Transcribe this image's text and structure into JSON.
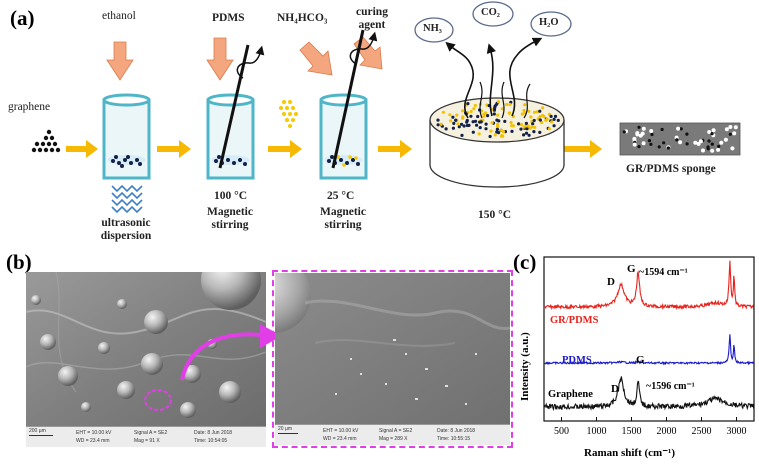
{
  "panel_a": {
    "label": "(a)",
    "reagents": [
      "ethanol",
      "PDMS",
      "NH₄HCO₃",
      "curing\nagent"
    ],
    "start_material": "graphene",
    "step1_caption": "ultrasonic\ndispersion",
    "step2_temp": "100 °C",
    "step2_caption": "Magnetic\nstirring",
    "step3_temp": "25 °C",
    "step3_caption": "Magnetic\nstirring",
    "gases": [
      "NH₃",
      "CO₂",
      "H₂O"
    ],
    "step4_temp": "150 °C",
    "product": "GR/PDMS sponge"
  },
  "panel_b": {
    "label": "(b)",
    "sem_left": {
      "scale": "200 µm",
      "eht": "EHT = 10.00 kV",
      "wd": "WD = 23.4 mm",
      "signal": "Signal A = SE2",
      "mag": "Mag = 91 X",
      "date": "Date: 8 Jun 2018",
      "time": "Time: 10:54:05"
    },
    "sem_right": {
      "scale": "20 µm",
      "eht": "EHT = 10.00 kV",
      "wd": "WD = 23.4 mm",
      "signal": "Signal A = SE2",
      "mag": "Mag = 289 X",
      "date": "Date: 8 Jun 2018",
      "time": "Time: 10:55:15"
    },
    "colors": {
      "highlight": "#e23ee8"
    }
  },
  "panel_c": {
    "label": "(c)",
    "colors": {
      "gr_pdms": "#e8221b",
      "pdms": "#1a1ac9",
      "graphene": "#111111"
    }
  },
  "chart_data": {
    "type": "line",
    "xlabel": "Raman shift (cm⁻¹)",
    "ylabel": "Intensity (a.u.)",
    "xlim": [
      250,
      3250
    ],
    "xticks": [
      500,
      1000,
      1500,
      2000,
      2500,
      3000
    ],
    "grid": false,
    "y_ticks_shown": false,
    "series": [
      {
        "name": "GR/PDMS",
        "peaks": [
          {
            "label": "D",
            "x": 1350
          },
          {
            "label": "G",
            "x": 1594
          },
          {
            "x": 2905
          }
        ]
      },
      {
        "name": "PDMS",
        "peaks": [
          {
            "x": 2905
          },
          {
            "x": 2965
          }
        ]
      },
      {
        "name": "Graphene",
        "peaks": [
          {
            "label": "D",
            "x": 1350
          },
          {
            "label": "G",
            "x": 1596
          },
          {
            "x": 2700
          }
        ]
      }
    ],
    "annotations": [
      "~1594 cm⁻¹",
      "~1596 cm⁻¹"
    ]
  }
}
